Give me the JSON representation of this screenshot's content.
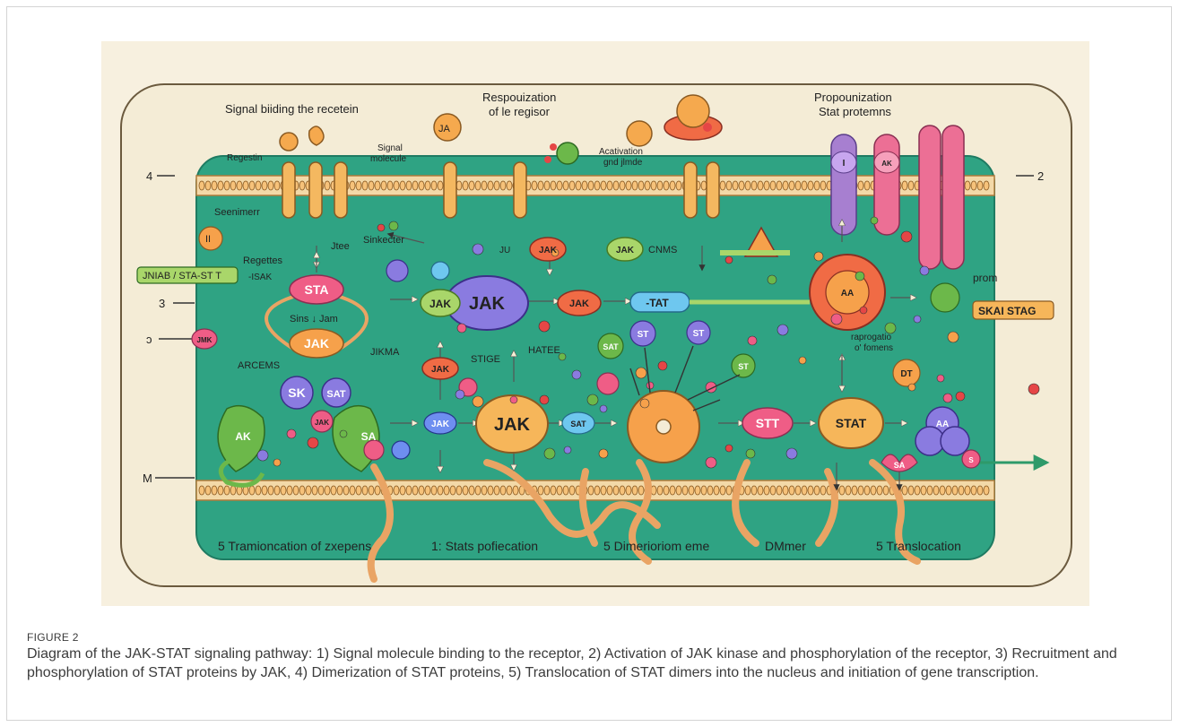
{
  "figure": {
    "number_label": "FIGURE 2",
    "caption": "Diagram of the JAK-STAT signaling pathway: 1) Signal molecule binding to the receptor, 2) Activation of JAK kinase and phosphorylation of the receptor, 3) Recruitment and phosphorylation of STAT proteins by JAK, 4) Dimerization of STAT proteins, 5) Translocation of STAT dimers into the nucleus and initiation of gene transcription."
  },
  "diagram": {
    "headings": {
      "top_left": "Signal biiding the recetein",
      "top_mid_1": "Respouization",
      "top_mid_2": "of le regisor",
      "top_right_1": "Propounization",
      "top_right_2": "Stat protemns"
    },
    "labels": {
      "regestin": "Regestin",
      "signal_1": "Signal",
      "signal_2": "molecule",
      "activation_1": "Acativation",
      "activation_2": "gnd jlmde",
      "seenimerr": "Seenimerr",
      "sinkecter": "Sinkecter",
      "regettes": "Regettes",
      "jtee": "Jtee",
      "isak": "-ISAK",
      "sins_jam": "Sins ↓ Jam",
      "jikma": "JIKMA",
      "arcems": "ARCEMS",
      "stige": "STIGE",
      "hatee": "HATEE",
      "cnms": "CNMS",
      "ju": "JU",
      "prom": "prom",
      "raprogatio_1": "raprogatio",
      "raprogatio_2": "o' fomens",
      "ja_top": "JA",
      "ii_left": "II"
    },
    "side_markers": {
      "left_4": "4",
      "left_3": "3",
      "left_c": "ɔ",
      "left_m": "M",
      "right_2": "2"
    },
    "tags": {
      "left_tag": "JNIAB / STA-ST T",
      "right_tag": "SKAI STAG"
    },
    "molecules": {
      "sta_main": "STA",
      "jak_left": "JAK",
      "jmk_small": "JMK",
      "jak_center": "JAK",
      "jak_mid_small": "JAK",
      "jak_arrow": "JAK",
      "jak_top_1": "JAK",
      "jak_top_2": "JAK",
      "jak_low_small": "JAK",
      "jak_bottom_big": "JAK",
      "jak_low_left": "JAK",
      "jak_bottom_left": "JAK",
      "tat_bar": "-TAT",
      "sk": "SK",
      "sat_left": "SAT",
      "ak": "AK",
      "sa_left": "SA",
      "sat_mid": "SAT",
      "st_mid": "ST",
      "sat_top": "SAT",
      "st_ring": "ST",
      "st_small": "ST",
      "stt": "STT",
      "stat_big": "STAT",
      "dt": "DT",
      "aa_vesicle": "AA",
      "aa_cluster": "AA",
      "sa_bottom": "SA",
      "s_end": "S",
      "i_receptor": "I",
      "ak_receptor": "AK"
    },
    "bottom_steps": {
      "step_a": "5  Tramioncation of zxepens",
      "step_b": "1: Stats pofiecation",
      "step_c": "5 Dimerioriom eme",
      "step_d": "DMmer",
      "step_e": "5 Translocation"
    },
    "colors": {
      "cytoplasm": "#2fa383",
      "membrane": "#e9b06a",
      "background": "#f7f0df",
      "receptor_pink": "#ec6f95",
      "receptor_purple": "#a77fd0",
      "jak_orange": "#f6a14b",
      "stat_purple": "#8a7be0",
      "arrow_light": "#f5efd5"
    }
  }
}
